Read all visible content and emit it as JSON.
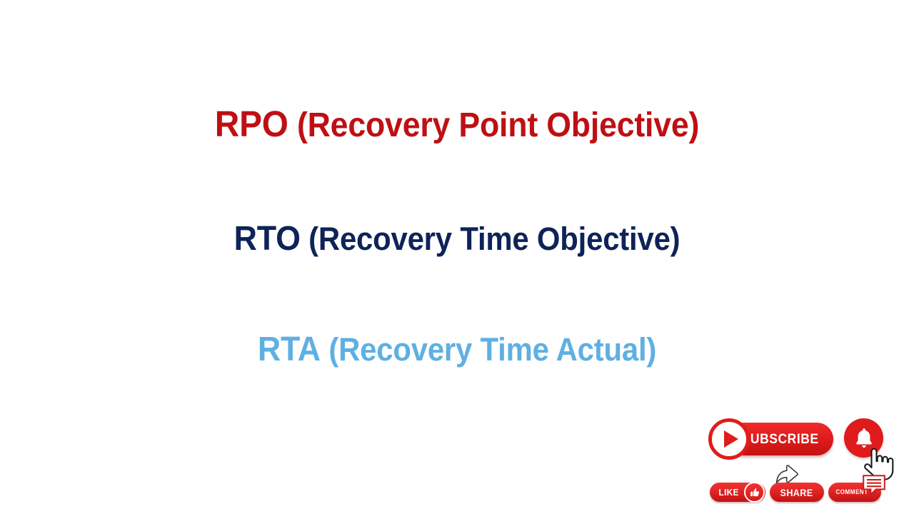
{
  "slide": {
    "background_color": "#ffffff",
    "lines": [
      {
        "id": "rpo",
        "abbr": "RPO",
        "expansion": " (Recovery Point Objective)",
        "full_text": "RPO (Recovery Point Objective)",
        "color": "#be1014"
      },
      {
        "id": "rto",
        "abbr": "RTO",
        "expansion": " (Recovery Time Objective)",
        "full_text": "RTO (Recovery Time Objective)",
        "color": "#0e2358"
      },
      {
        "id": "rta",
        "abbr": "RTA",
        "expansion": " (Recovery Time Actual)",
        "full_text": "RTA (Recovery Time Actual)",
        "color": "#5fb0e2"
      }
    ]
  },
  "cta": {
    "subscribe_label": "SUBSCRIBE",
    "play_icon": "play-triangle-icon",
    "bell_icon": "notification-bell-icon",
    "cursor_icon": "hand-pointer-cursor-icon",
    "like_label": "LIKE",
    "like_icon": "thumbs-up-icon",
    "share_label": "SHARE",
    "share_icon": "share-arrow-icon",
    "comment_label": "COMMENT",
    "comment_icon": "speech-bubble-icon",
    "accent_color": "#e01b1b",
    "accent_dark_color": "#bf1313",
    "label_color": "#ffffff"
  }
}
